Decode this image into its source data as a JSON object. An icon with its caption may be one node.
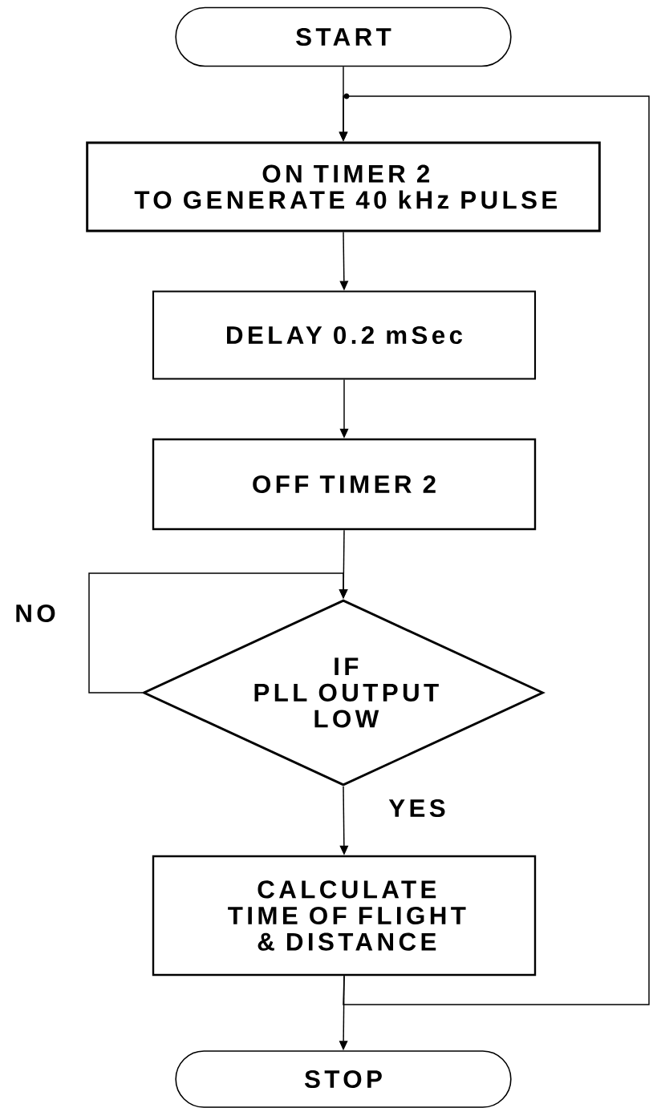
{
  "diagram": {
    "nodes": [
      {
        "text": [
          "START"
        ]
      },
      {
        "text": [
          "ON TIMER 2 TO GENERATE 40 kHz PULSE"
        ]
      },
      {
        "text": [
          "DELAY 0.2 mSec"
        ]
      },
      {
        "text": [
          "OFF TIMER 2"
        ]
      },
      {
        "text": [
          "IF PLL OUTPUT LOW"
        ]
      },
      {
        "text": [
          "CALCULATE TIME OF FLIGHT & DISTANCE"
        ]
      },
      {
        "text": [
          "STOP"
        ]
      }
    ],
    "edges": [
      {
        "from": 0,
        "to": 1,
        "arrow": "to"
      },
      {
        "from": 1,
        "to": 2,
        "arrow": "to"
      },
      {
        "from": 2,
        "to": 3,
        "arrow": "to"
      },
      {
        "from": 3,
        "to": 4,
        "arrow": "to"
      },
      {
        "from": 4,
        "to": 4,
        "arrow": "to",
        "label": "NO"
      },
      {
        "from": 4,
        "to": 5,
        "arrow": "to",
        "label": "YES"
      },
      {
        "from": 5,
        "to": 6,
        "arrow": "to"
      },
      {
        "from": 5,
        "to": 1,
        "arrow": "to"
      }
    ]
  }
}
